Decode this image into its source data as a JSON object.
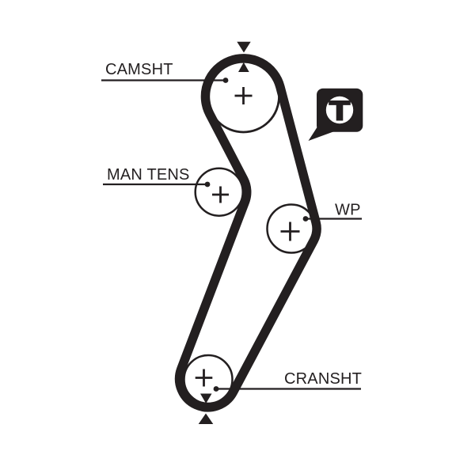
{
  "diagram": {
    "type": "timing-belt-routing-diagram",
    "background_color": "#ffffff",
    "ink_color": "#231f20",
    "labels": {
      "camshaft": "CAMSHT",
      "manual_tensioner": "MAN TENS",
      "water_pump": "WP",
      "crankshaft": "CRANSHT"
    },
    "badge": {
      "letter": "T"
    },
    "icons": {
      "timing_marks": "opposing-triangle-arrows",
      "pulley_center_mark": "plus-cross",
      "leader_line_end": "dot"
    },
    "pulleys": [
      {
        "name": "camshaft-pulley",
        "label": "CAMSHT",
        "timing_marks": true
      },
      {
        "name": "manual-tensioner-pulley",
        "label": "MAN TENS",
        "timing_marks": false
      },
      {
        "name": "water-pump-pulley",
        "label": "WP",
        "timing_marks": false
      },
      {
        "name": "crankshaft-pulley",
        "label": "CRANSHT",
        "timing_marks": true
      }
    ]
  }
}
